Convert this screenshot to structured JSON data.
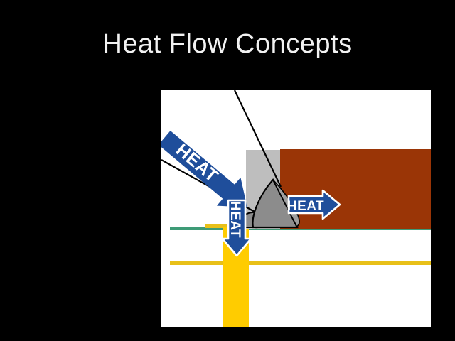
{
  "slide": {
    "title": "Heat Flow Concepts",
    "background_color": "#000000",
    "title_color": "#F2F2F2"
  },
  "diagram": {
    "panel_background": "#FFFFFF",
    "labels": {
      "heat_incoming": "HEAT",
      "heat_lateral": "HEAT",
      "heat_downward": "HEAT"
    },
    "colors": {
      "arrow_blue": "#1F4E9B",
      "arrow_outline": "#FFFFFF",
      "iron_tip_gray": "#8C8C8C",
      "component_body_gray": "#BEBEBE",
      "component_body_brown": "#9A3506",
      "solder_mask_green": "#3E9B77",
      "copper_trace_gold": "#E8C019",
      "lead_yellow": "#FFCC00",
      "outline_black": "#000000"
    },
    "parts": [
      {
        "name": "soldering-iron-shaft",
        "color": "#000000"
      },
      {
        "name": "soldering-iron-tip",
        "color": "#8C8C8C"
      },
      {
        "name": "solder-fillet",
        "color": "#8C8C8C"
      },
      {
        "name": "component-body-light",
        "color": "#BEBEBE"
      },
      {
        "name": "component-body-dark",
        "color": "#9A3506"
      },
      {
        "name": "pcb-solder-mask",
        "color": "#3E9B77"
      },
      {
        "name": "pcb-copper-trace-top",
        "color": "#E8C019"
      },
      {
        "name": "pcb-copper-trace-inner",
        "color": "#E8C019"
      },
      {
        "name": "component-lead",
        "color": "#FFCC00"
      }
    ]
  }
}
